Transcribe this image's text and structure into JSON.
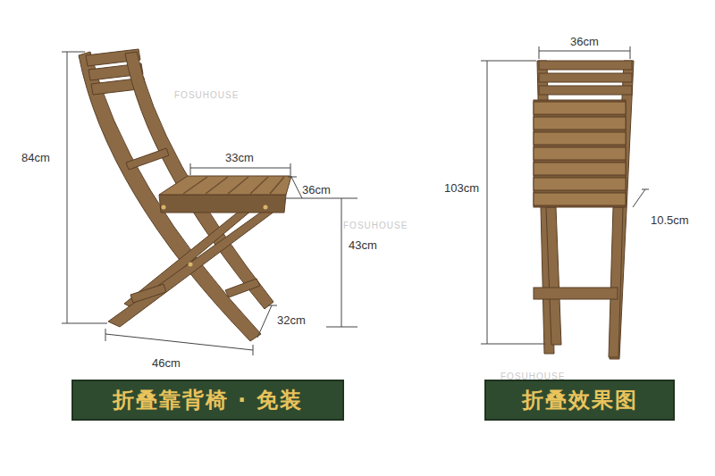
{
  "diagram": {
    "nodes": [
      {
        "text": [
          "折叠靠背椅 · 免装"
        ]
      },
      {
        "text": [
          "折叠效果图"
        ]
      }
    ],
    "labels": [
      "84cm",
      "FOSUHOUSE",
      "33cm",
      "36cm",
      "FOSUHOUSE",
      "43cm",
      "32cm",
      "46cm",
      "36cm",
      "103cm",
      "10.5cm",
      "FOSUHOUSE"
    ]
  }
}
